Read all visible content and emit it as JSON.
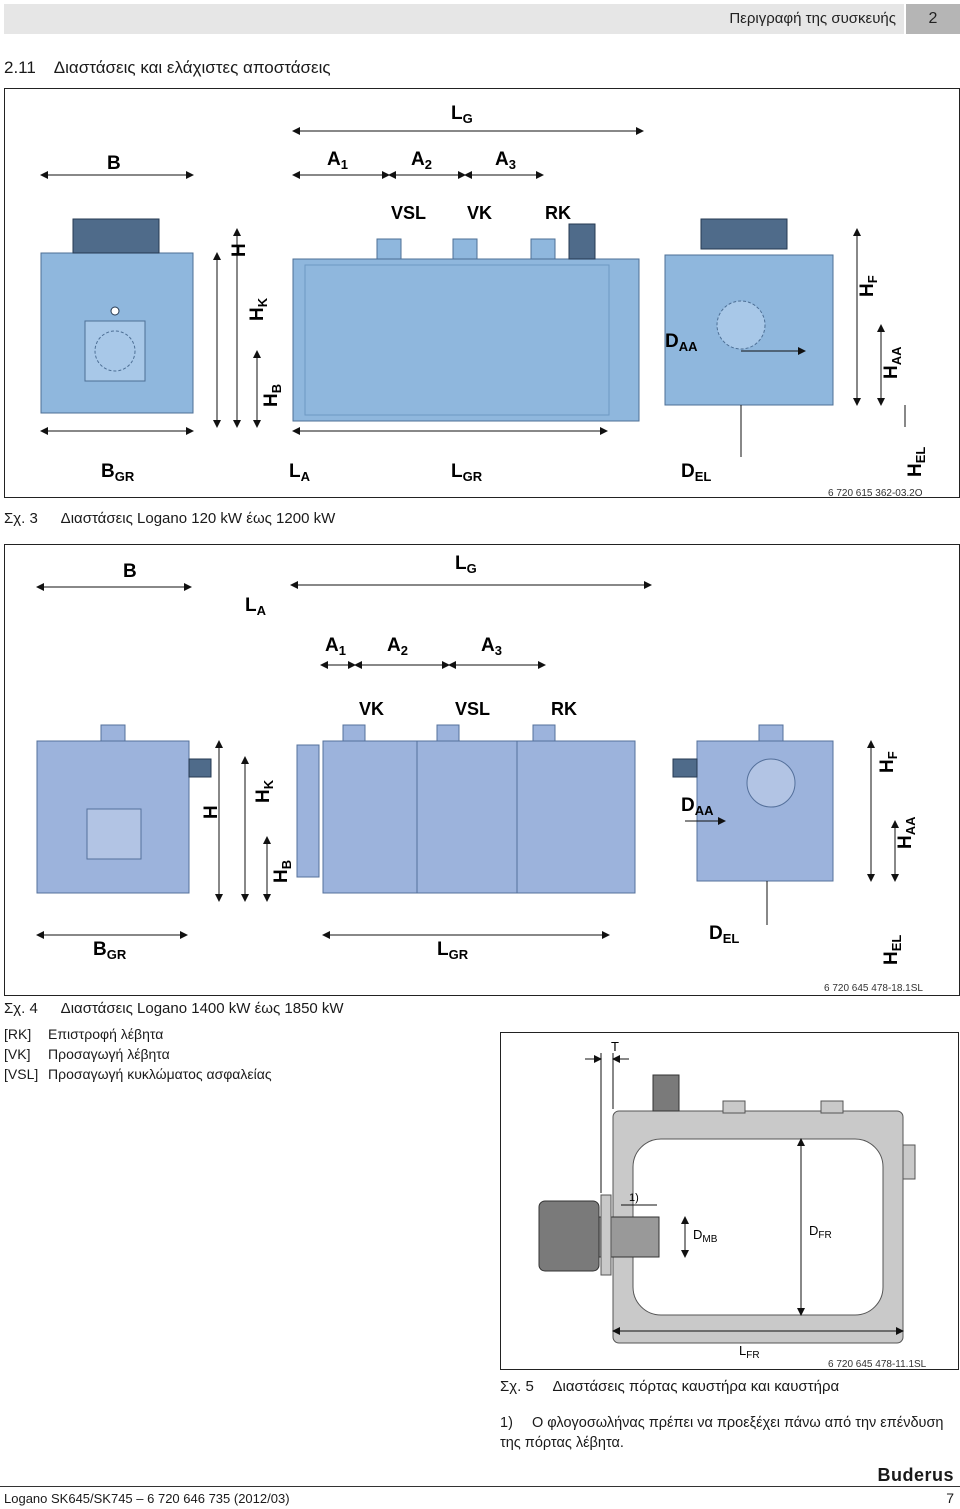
{
  "header": {
    "title": "Περιγραφή της συσκευής",
    "chapter": "2"
  },
  "section": {
    "number": "2.11",
    "title": "Διαστάσεις και ελάχιστες αποστάσεις"
  },
  "figure3": {
    "labels": {
      "B": "B",
      "LG": "L",
      "LG_sub": "G",
      "A1": "A",
      "A1_sub": "1",
      "A2": "A",
      "A2_sub": "2",
      "A3": "A",
      "A3_sub": "3",
      "VSL": "VSL",
      "VK": "VK",
      "RK": "RK",
      "H": "H",
      "HK": "H",
      "HK_sub": "K",
      "HB": "H",
      "HB_sub": "B",
      "HF": "H",
      "HF_sub": "F",
      "HAA": "H",
      "HAA_sub": "AA",
      "HEL": "H",
      "HEL_sub": "EL",
      "DAA": "D",
      "DAA_sub": "AA",
      "DEL": "D",
      "DEL_sub": "EL",
      "BGR": "B",
      "BGR_sub": "GR",
      "LA": "L",
      "LA_sub": "A",
      "LGR": "L",
      "LGR_sub": "GR"
    },
    "code": "6 720 615 362-03.2O",
    "caption_num": "Σχ. 3",
    "caption": "Διαστάσεις Logano 120 kW έως 1200 kW"
  },
  "figure4": {
    "labels": {
      "B": "B",
      "LA": "L",
      "LA_sub": "A",
      "LG": "L",
      "LG_sub": "G",
      "A1": "A",
      "A1_sub": "1",
      "A2": "A",
      "A2_sub": "2",
      "A3": "A",
      "A3_sub": "3",
      "VK": "VK",
      "VSL": "VSL",
      "RK": "RK",
      "H": "H",
      "HK": "H",
      "HK_sub": "K",
      "HB": "H",
      "HB_sub": "B",
      "HF": "H",
      "HF_sub": "F",
      "HAA": "H",
      "HAA_sub": "AA",
      "HEL": "H",
      "HEL_sub": "EL",
      "DAA": "D",
      "DAA_sub": "AA",
      "DEL": "D",
      "DEL_sub": "EL",
      "BGR": "B",
      "BGR_sub": "GR",
      "LGR": "L",
      "LGR_sub": "GR"
    },
    "code": "6 720 645 478-18.1SL",
    "caption_num": "Σχ. 4",
    "caption": "Διαστάσεις Logano 1400 kW έως 1850 kW"
  },
  "legend": [
    {
      "key": "[RK]",
      "text": "Επιστροφή λέβητα"
    },
    {
      "key": "[VK]",
      "text": "Προσαγωγή λέβητα"
    },
    {
      "key": "[VSL]",
      "text": "Προσαγωγή κυκλώματος ασφαλείας"
    }
  ],
  "figure5": {
    "labels": {
      "T": "T",
      "note_ref": "1)",
      "DMB": "D",
      "DMB_sub": "MB",
      "DFR": "D",
      "DFR_sub": "FR",
      "LFR": "L",
      "LFR_sub": "FR"
    },
    "code": "6 720 645 478-11.1SL",
    "caption_num": "Σχ. 5",
    "caption": "Διαστάσεις πόρτας καυστήρα και καυστήρα"
  },
  "note": {
    "marker": "1)",
    "text": "Ο φλογοσωλήνας πρέπει να προεξέχει πάνω από την επένδυση της πόρτας λέβητα."
  },
  "footer": {
    "doc": "Logano SK645/SK745 – 6 720 646 735 (2012/03)",
    "page": "7",
    "brand": "Buderus"
  },
  "colors": {
    "boiler_blue": "#8fb7dd",
    "boiler_blue_dark": "#6e98c4",
    "boiler_blue_fig4": "#9cb3dc",
    "door_gray": "#c9c9c9",
    "header_gray": "#e6e6e6"
  }
}
